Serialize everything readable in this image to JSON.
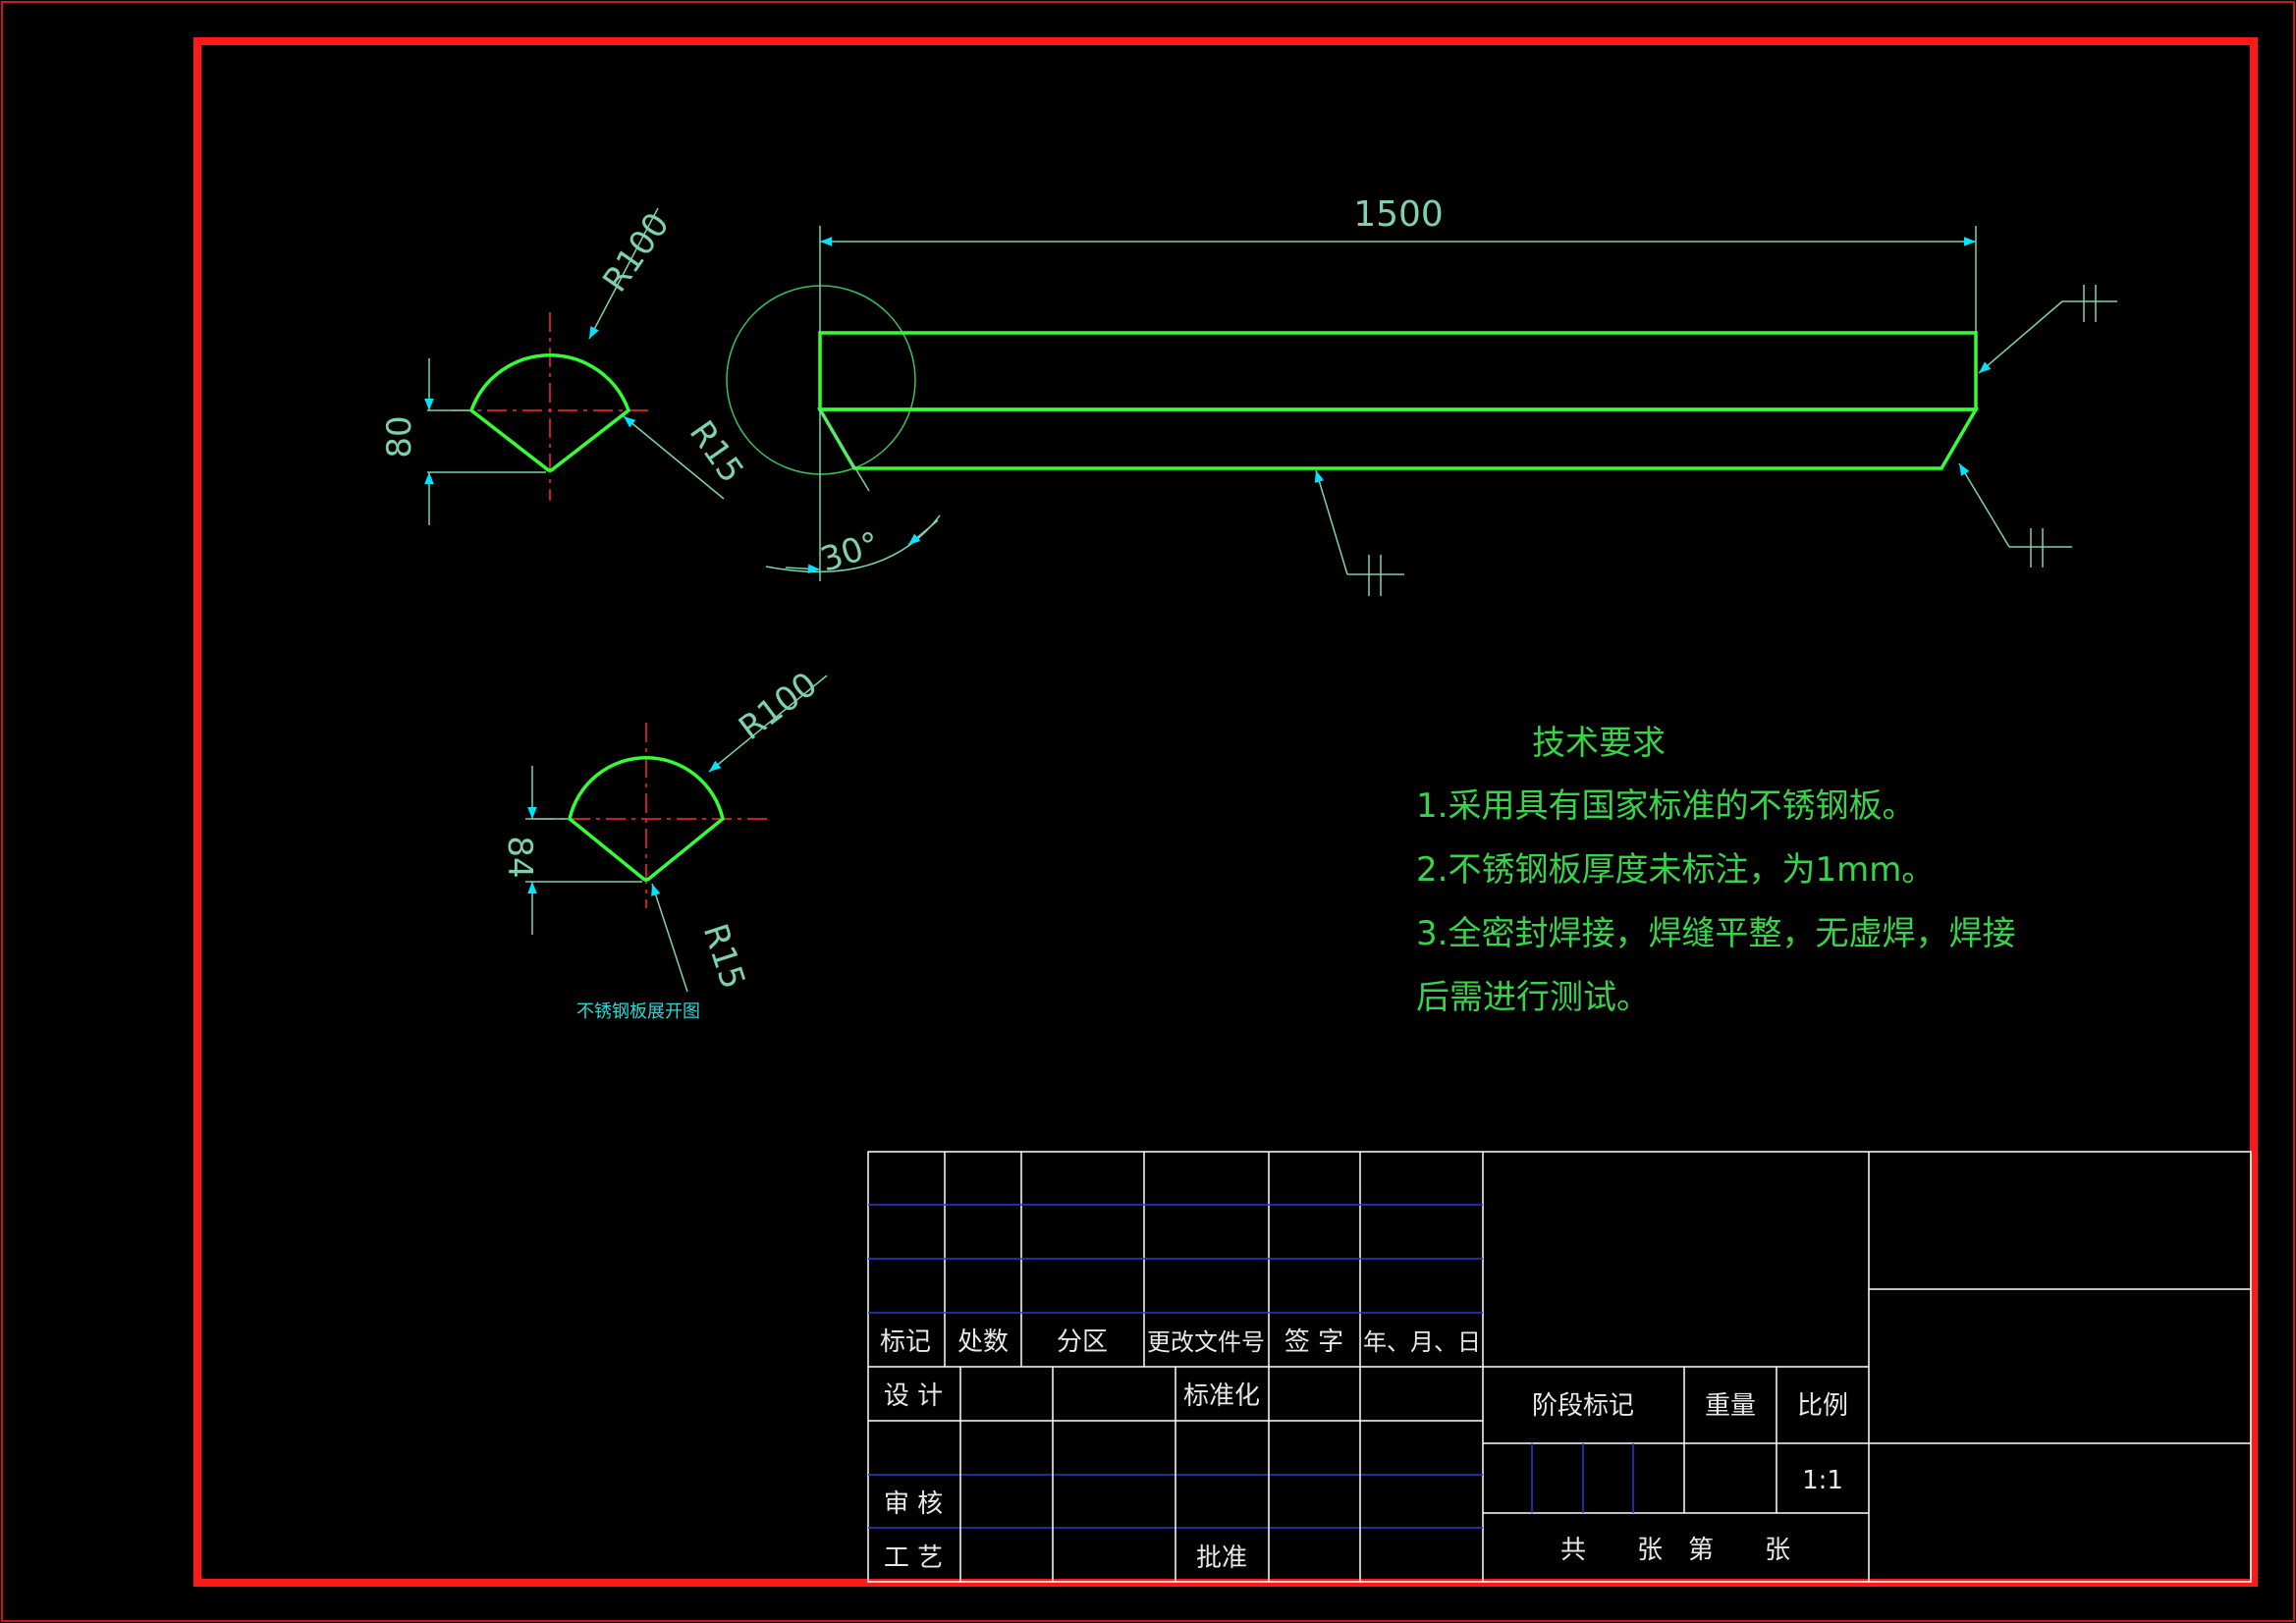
{
  "drawing": {
    "dimensions": {
      "length": "1500",
      "angle": "30°",
      "top_profile_radius": "R100",
      "top_profile_fillet": "R15",
      "top_profile_height": "80",
      "bottom_profile_radius": "R100",
      "bottom_profile_fillet": "R15",
      "bottom_profile_height": "84"
    },
    "bottom_profile_caption": "不锈钢板展开图",
    "technical_requirements": {
      "title": "技术要求",
      "items": [
        "1.采用具有国家标准的不锈钢板。",
        "2.不锈钢板厚度未标注，为1mm。",
        "3.全密封焊接，焊缝平整，无虚焊，焊接",
        "后需进行测试。"
      ]
    },
    "title_block": {
      "header": [
        "标记",
        "处数",
        "分区",
        "更改文件号",
        "签 字",
        "年、月、日"
      ],
      "design": "设 计",
      "standardization": "标准化",
      "review": "审 核",
      "process": "工 艺",
      "approve": "批准",
      "stage_mark": "阶段标记",
      "weight": "重量",
      "scale_label": "比例",
      "scale_value": "1:1",
      "sheets": "共　　张　第　　张"
    },
    "colors": {
      "background": "#000000",
      "frame": "#ff1a1a",
      "part_outline": "#33ff33",
      "dimension": "#7fd1ad",
      "arrow": "#00e5ff",
      "centerline": "#ff2a2a",
      "table_line": "#ffffff",
      "table_inner_line": "#2b3bd6"
    }
  }
}
